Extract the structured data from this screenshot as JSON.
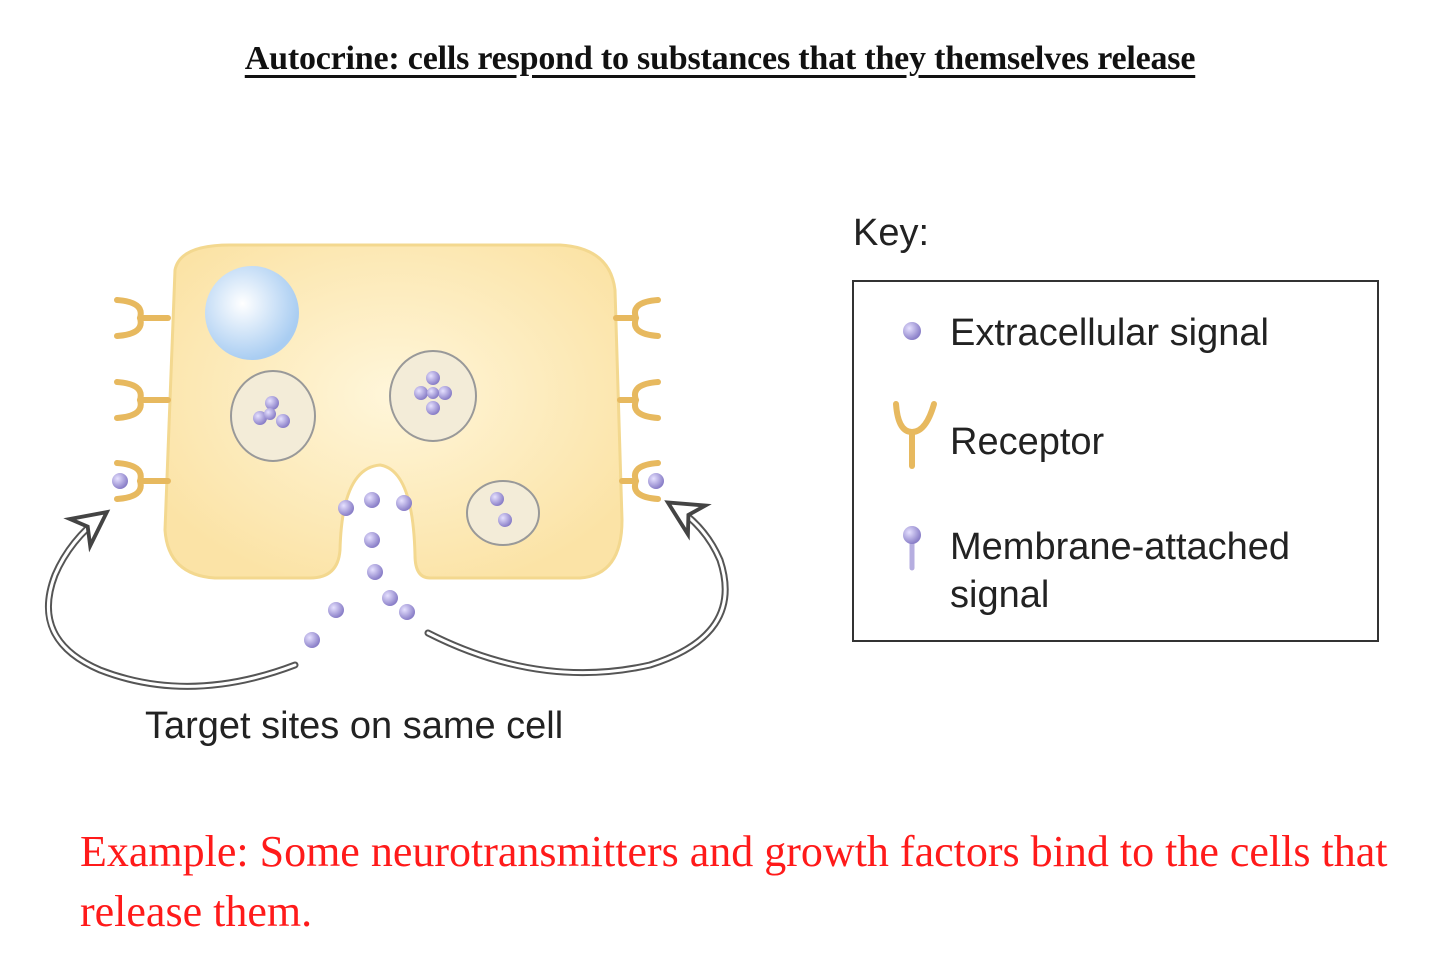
{
  "title": "Autocrine:  cells respond to substances that they themselves release",
  "diagram": {
    "caption": "Target sites on same cell",
    "colors": {
      "cell_fill": "#fbe7b2",
      "cell_outline": "#f2d48a",
      "nucleus": "#b9d7f5",
      "receptor": "#e7b95f",
      "signal": "#9a8fd0",
      "arrow": "#444444"
    }
  },
  "key": {
    "heading": "Key:",
    "items": [
      {
        "icon": "extracellular-signal-icon",
        "label": "Extracellular signal"
      },
      {
        "icon": "receptor-icon",
        "label": "Receptor"
      },
      {
        "icon": "membrane-attached-signal-icon",
        "label_line1": "Membrane-attached",
        "label_line2": "signal"
      }
    ]
  },
  "example": "Example: Some neurotransmitters and growth factors bind to the cells that release them."
}
